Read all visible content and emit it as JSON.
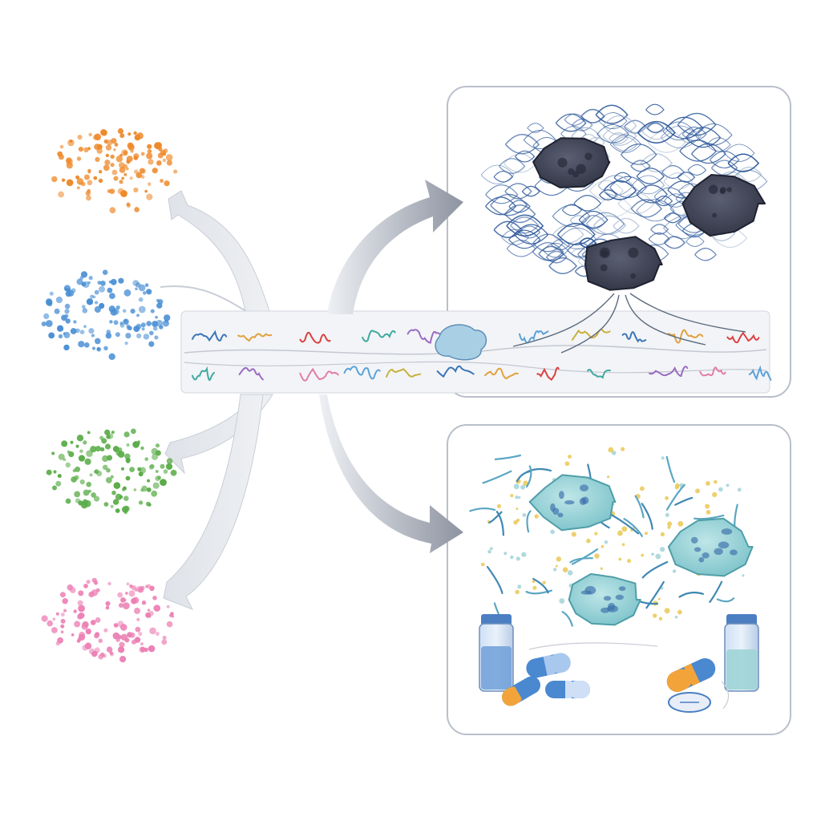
{
  "diagram": {
    "sources": [
      {
        "name": "orange-cluster",
        "color": "#ee8a2c"
      },
      {
        "name": "blue-cluster",
        "color": "#4a8fd4"
      },
      {
        "name": "green-cluster",
        "color": "#5aac48"
      },
      {
        "name": "pink-cluster",
        "color": "#ec80b4"
      }
    ],
    "channel": {
      "protein_colors": [
        "#3a74b8",
        "#e2a13c",
        "#d94040",
        "#3fa9a0",
        "#9b6bc4",
        "#e27da8",
        "#5aa2d8",
        "#c7b13a"
      ]
    },
    "panel_top": {
      "mesh_color": "#2f5a9c",
      "mass_color": "#3a3e4e",
      "mass_count": 3
    },
    "panel_bottom": {
      "cell_color": "#8fcfd4",
      "nucleus_color": "#3a6eaa",
      "cell_count": 3,
      "vial_count": 2,
      "capsule_count": 4,
      "tablet_count": 1
    },
    "arrow_color": "#9aa0ac",
    "accent_colors": {
      "panel_border": "#b9bfca",
      "dot_yellow": "#e9c44a"
    }
  }
}
